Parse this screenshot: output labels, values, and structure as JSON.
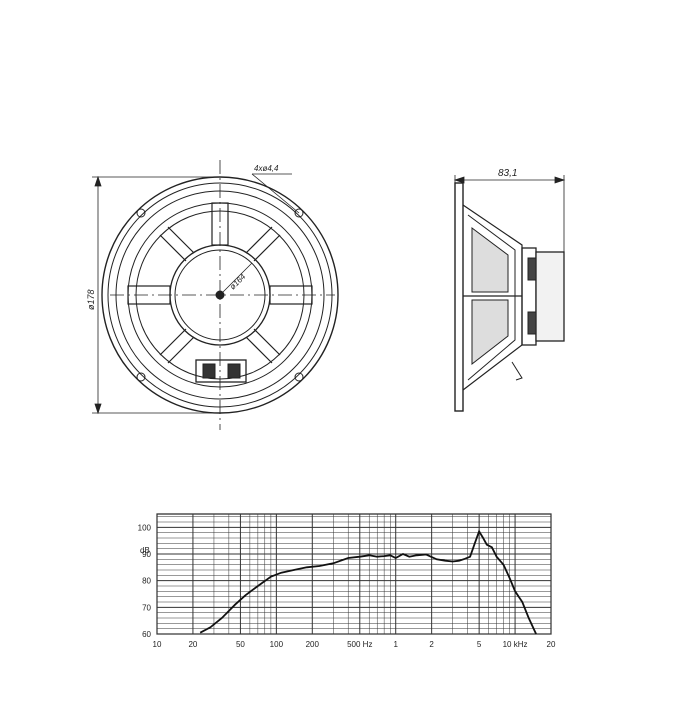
{
  "front_view": {
    "dim_outer_diameter": "ø178",
    "dim_bolt_circle": "ø164",
    "dim_mount_holes": "4xø4,4"
  },
  "side_view": {
    "dim_depth": "83,1"
  },
  "chart_data": {
    "type": "line",
    "x_axis": {
      "scale": "log",
      "range": [
        10,
        20000
      ],
      "tick_labels": [
        "10",
        "20",
        "50",
        "100",
        "200",
        "500 Hz",
        "1",
        "2",
        "5",
        "10 kHz",
        "20"
      ],
      "tick_values": [
        10,
        20,
        50,
        100,
        200,
        500,
        1000,
        2000,
        5000,
        10000,
        20000
      ]
    },
    "y_axis": {
      "unit": "dB",
      "range": [
        60,
        105
      ],
      "tick_labels": [
        "100",
        "90",
        "80",
        "70",
        "60"
      ],
      "tick_values": [
        100,
        90,
        80,
        70,
        60
      ]
    },
    "grid": true,
    "series": [
      {
        "x": [
          23,
          28,
          35,
          45,
          55,
          70,
          90,
          110,
          140,
          180,
          230,
          300,
          400,
          500,
          600,
          700,
          800,
          900,
          1000,
          1150,
          1300,
          1500,
          1800,
          2200,
          2600,
          3000,
          3400,
          3800,
          4200,
          4600,
          5000,
          5400,
          5800,
          6400,
          7000,
          8000,
          9000,
          10000,
          11500,
          13000,
          15000
        ],
        "y": [
          60.5,
          62.5,
          66,
          71,
          74.5,
          78,
          81.5,
          83,
          84,
          85,
          85.5,
          86.5,
          88.5,
          89,
          89.5,
          89,
          89.2,
          89.5,
          88.5,
          90,
          89,
          89.5,
          89.8,
          88,
          87.5,
          87.2,
          87.5,
          88.2,
          89,
          94,
          98.5,
          96,
          93.5,
          92.5,
          89,
          86,
          81,
          76,
          72,
          66,
          60
        ]
      }
    ]
  }
}
